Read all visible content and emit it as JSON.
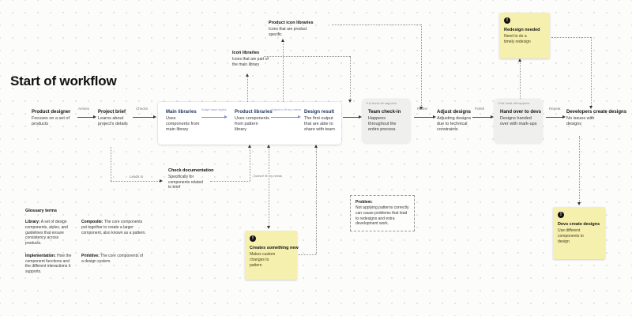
{
  "board": {
    "title": "Start of workflow"
  },
  "top_nodes": {
    "product_icon_libraries": {
      "title": "Product icon libraries",
      "desc": "Icons that are product specific"
    },
    "icon_libraries": {
      "title": "Icon libraries",
      "desc": "Icons that are part of the main library"
    }
  },
  "flow": {
    "product_designer": {
      "title": "Product designer",
      "desc": "Focuses on a set of products"
    },
    "project_brief": {
      "title": "Project brief",
      "desc": "Learns about project's details"
    },
    "main_libraries": {
      "title": "Main libraries",
      "desc": "Uses components from main library"
    },
    "product_libraries": {
      "title": "Product libraries",
      "desc": "Uses components from pattern library"
    },
    "design_result": {
      "title": "Design result",
      "desc": "The first output that are able to share with team"
    },
    "team_check_in": {
      "note": "*1st hand-off happens",
      "title": "Team check-in",
      "desc": "Happens throughout the entire process"
    },
    "adjust_designs": {
      "title": "Adjust designs",
      "desc": "Adjusting designs due to technical constraints"
    },
    "hand_over": {
      "note": "*2nd hand-off happens",
      "title": "Hand over to devs",
      "desc": "Designs handed over with mark-ups"
    },
    "developers": {
      "title": "Developers create designs",
      "desc": "No issues with designs"
    }
  },
  "labels": {
    "arrives": "Arrives",
    "checks": "Checks",
    "adapt": "Adapt base styles",
    "adjust": "Adjust to fit my needs",
    "refine": "Refine",
    "polish": "Polish",
    "repeat": "Repeat",
    "leads_to": "Leads to",
    "doesnt_fit": "Doesn't fit my needs"
  },
  "branch": {
    "check_documentation": {
      "title": "Check documentation",
      "desc": "Specifically for components related to brief"
    }
  },
  "stickies": {
    "redesign_needed": {
      "icon": "!",
      "title": "Redesign needed",
      "desc": "Need to do a timely redesign"
    },
    "creates_new": {
      "icon": "!",
      "title": "Creates something new",
      "desc": "Makes custom changes to pattern"
    },
    "devs_create": {
      "icon": "!",
      "title": "Devs create designs",
      "desc": "Use different components to design"
    }
  },
  "problem_box": {
    "title": "Problem:",
    "desc": "Not applying patterns correctly can cause problems that lead to redesigns and extra development work."
  },
  "glossary": {
    "title": "Glossary terms",
    "items": [
      {
        "term": "Library:",
        "text": "A set of design components, styles, and guidelines that ensure consistency across products."
      },
      {
        "term": "Composite:",
        "text": "The core components put together to create a larger component, also known as a pattern."
      },
      {
        "term": "Implementation:",
        "text": "How the component functions and the different interactions it supports."
      },
      {
        "term": "Primitive:",
        "text": "The core components of a design system."
      }
    ]
  }
}
